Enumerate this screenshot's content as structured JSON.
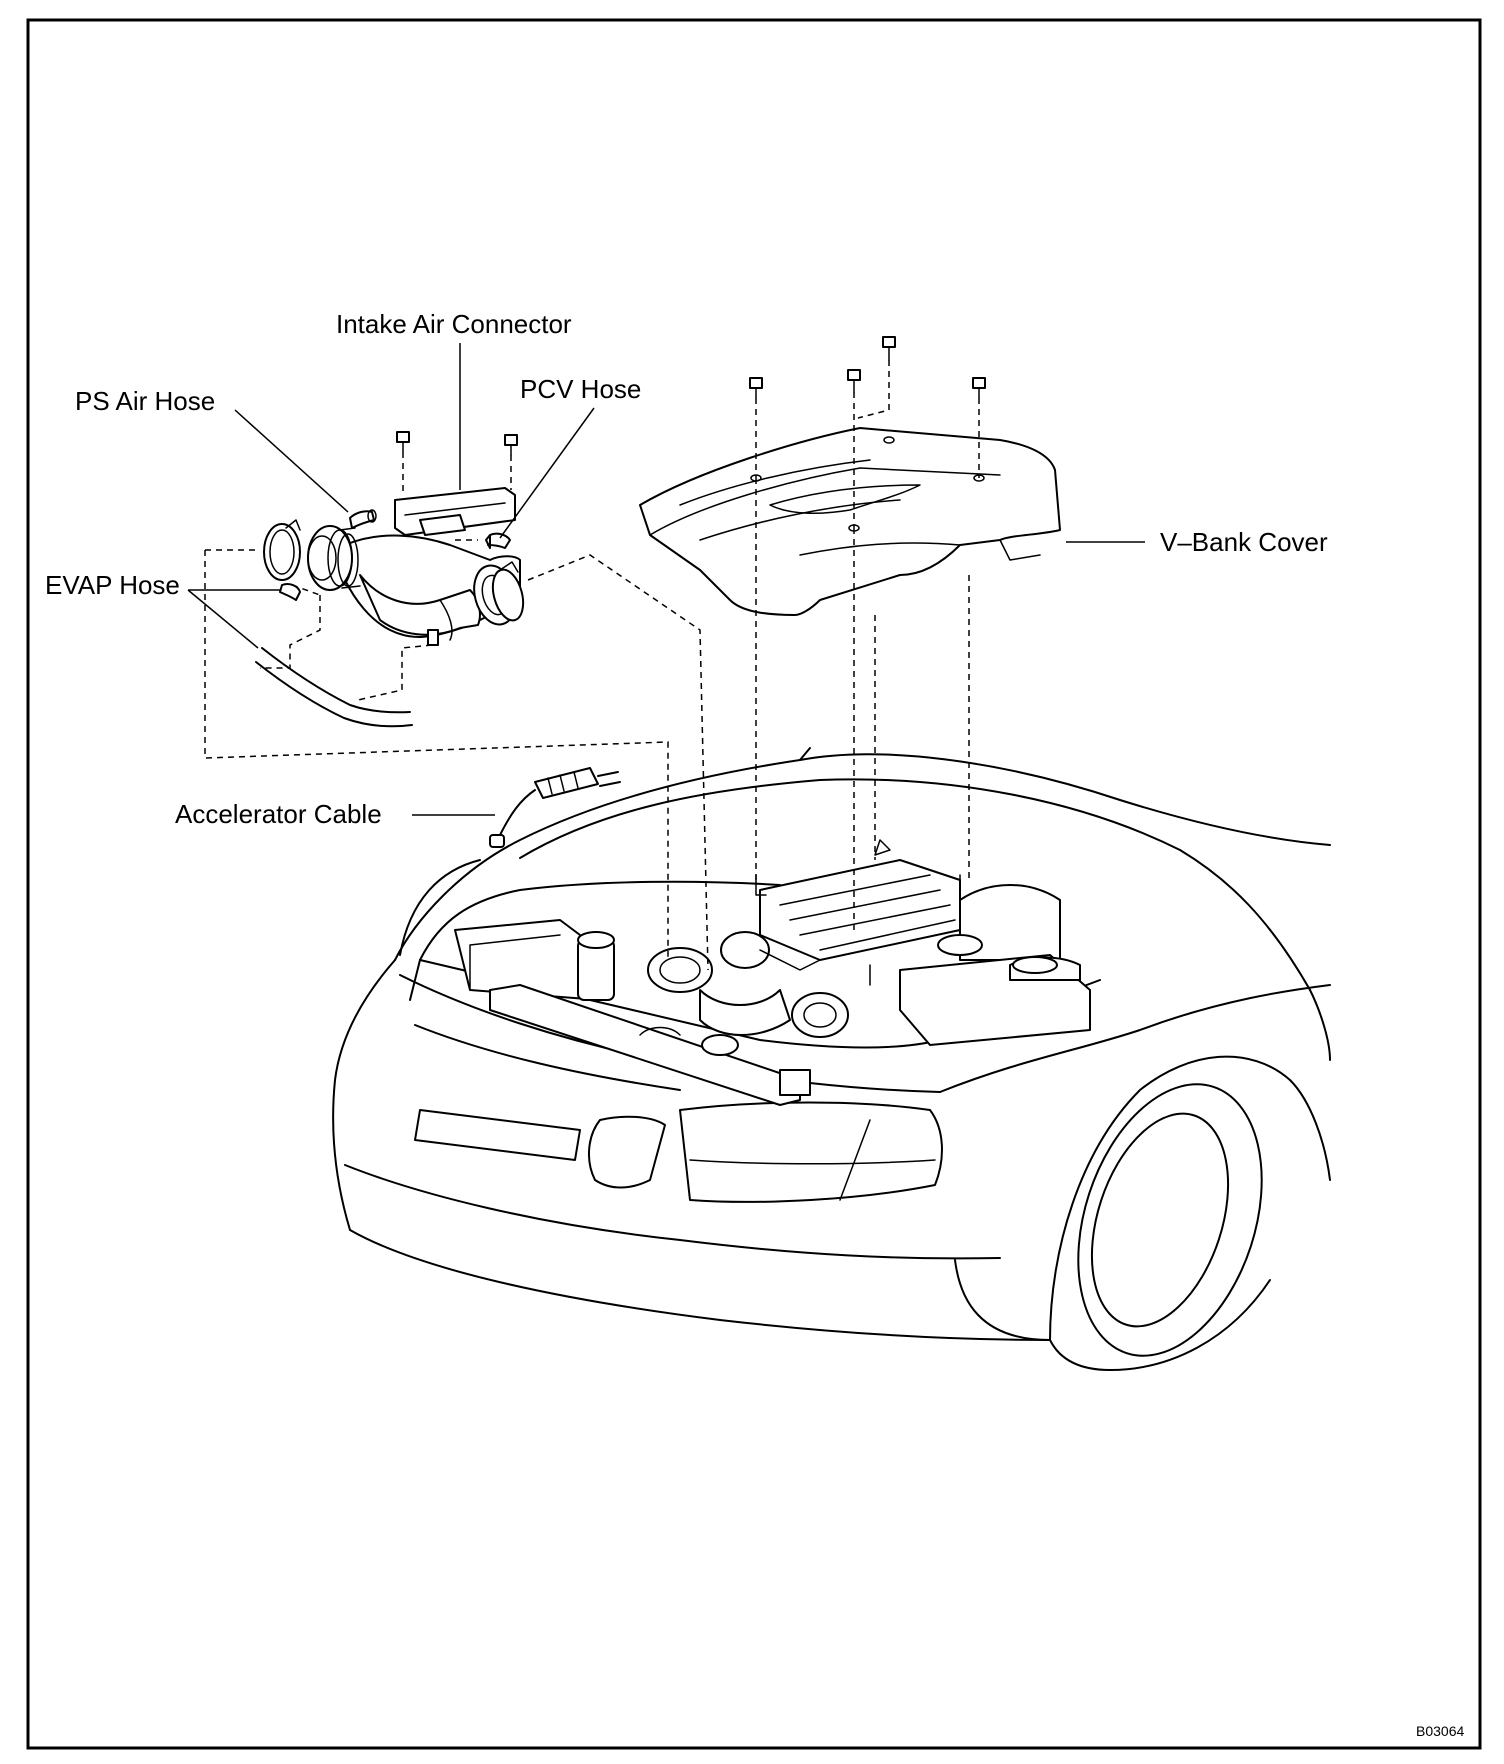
{
  "labels": {
    "intake_air_connector": "Intake Air Connector",
    "ps_air_hose": "PS Air Hose",
    "pcv_hose": "PCV Hose",
    "evap_hose": "EVAP Hose",
    "v_bank_cover": "V–Bank Cover",
    "accelerator_cable": "Accelerator Cable"
  },
  "figure_code": "B03064"
}
